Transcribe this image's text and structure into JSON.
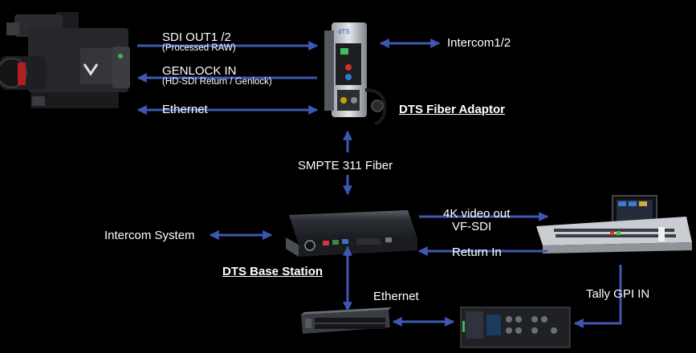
{
  "diagram": {
    "connections": {
      "sdi_out": "SDI OUT1 /2",
      "sdi_out_sub": "(Processed RAW)",
      "genlock_in": "GENLOCK IN",
      "genlock_sub": "(HD-SDI Return / Genlock)",
      "ethernet_top": "Ethernet",
      "intercom_top": "Intercom1/2",
      "smpte_fiber": "SMPTE 311 Fiber",
      "video_out": "4K video out",
      "vf_sdi": "VF-SDI",
      "return_in": "Return In",
      "intercom_system": "Intercom System",
      "ethernet_bottom": "Ethernet",
      "tally_gpi": "Tally GPI IN"
    },
    "devices": {
      "fiber_adaptor": "DTS Fiber Adaptor",
      "base_station": "DTS Base Station"
    },
    "colors": {
      "arrow": "#3f57b4",
      "background": "#000000",
      "text": "#ffffff"
    }
  }
}
